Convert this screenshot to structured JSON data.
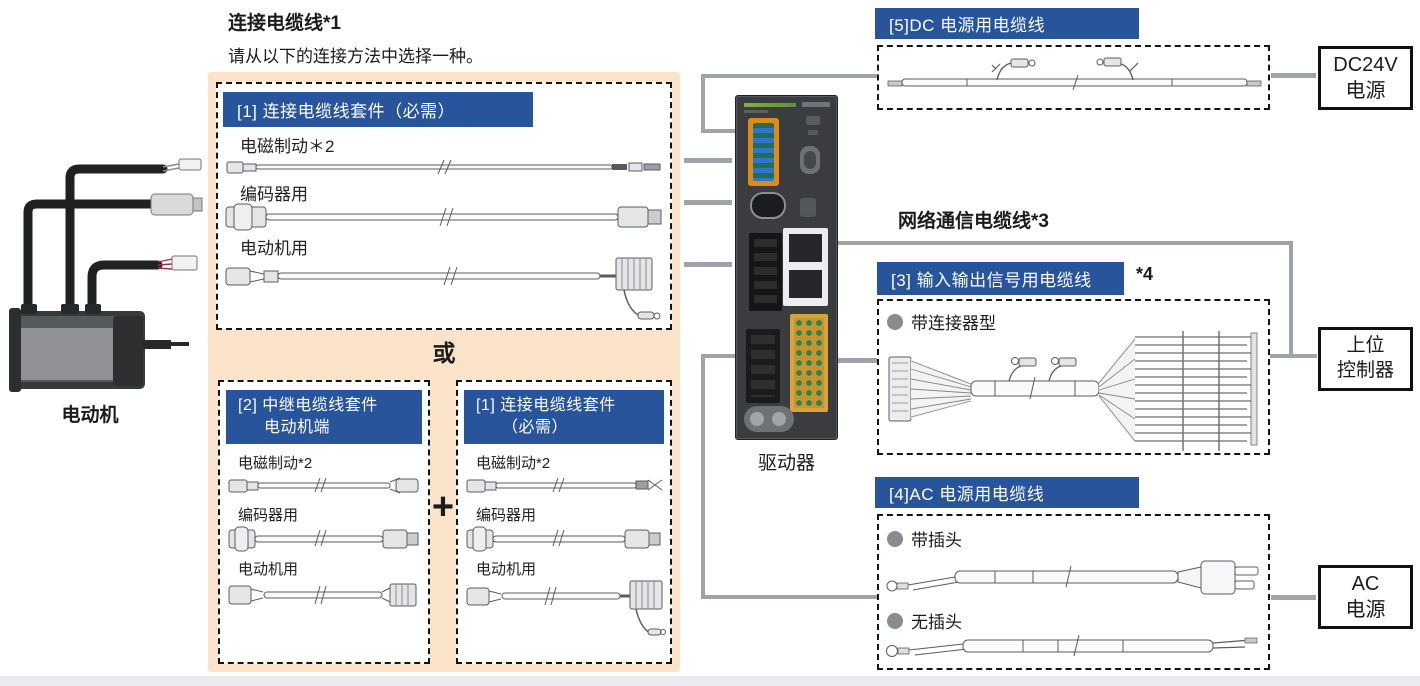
{
  "colors": {
    "accent_blue": "#27549B",
    "panel_beige": "#FBE3C9",
    "line_gray": "#9FA4AB"
  },
  "panel": {
    "title": "连接电缆线*1",
    "subtitle": "请从以下的连接方法中选择一种。",
    "or_label": "或",
    "plus_label": "+",
    "box1": {
      "header": "[1] 连接电缆线套件（必需）",
      "cables": [
        "电磁制动＊2",
        "编码器用",
        "电动机用"
      ]
    },
    "box2": {
      "header_line1": "[2] 中继电缆线套件",
      "header_line2": "电动机端",
      "cables": [
        "电磁制动*2",
        "编码器用",
        "电动机用"
      ]
    },
    "box3": {
      "header_line1": "[1] 连接电缆线套件",
      "header_line2": "（必需）",
      "cables": [
        "电磁制动*2",
        "编码器用",
        "电动机用"
      ]
    }
  },
  "motor": {
    "label": "电动机"
  },
  "driver": {
    "label": "驱动器"
  },
  "right": {
    "dc": {
      "header": "[5]DC 电源用电缆线",
      "target": [
        "DC24V",
        "电源"
      ]
    },
    "network_label": "网络通信电缆线*3",
    "io": {
      "header": "[3] 输入输出信号用电缆线",
      "note": "*4",
      "bullet": "带连接器型",
      "target": [
        "上位",
        "控制器"
      ]
    },
    "ac": {
      "header": "[4]AC 电源用电缆线",
      "bullet1": "带插头",
      "bullet2": "无插头",
      "target": [
        "AC",
        "电源"
      ]
    }
  }
}
